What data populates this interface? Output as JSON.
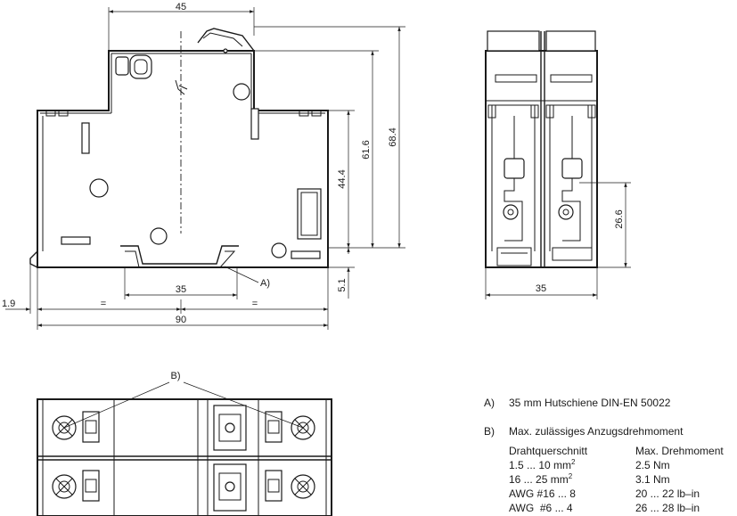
{
  "dimensions": {
    "width_top": "45",
    "height_total": "68.4",
    "height_body": "61.6",
    "height_front": "44.4",
    "rail_offset": "5.1",
    "rail_width": "35",
    "equal_left": "=",
    "equal_right": "=",
    "offset_left": "1.9",
    "width_total": "90",
    "side_width": "35",
    "side_height": "26.6"
  },
  "callouts": {
    "a": "A)",
    "b": "B)"
  },
  "legend": {
    "a_label": "A)",
    "a_text": "35 mm Hutschiene DIN-EN 50022",
    "b_label": "B)",
    "b_text": "Max. zulässiges Anzugsdrehmoment",
    "col1_header": "Drahtquerschnitt",
    "col2_header": "Max. Drehmoment",
    "rows": [
      {
        "section": "1.5 ... 10 mm",
        "sup": "2",
        "torque": "2.5 Nm"
      },
      {
        "section": "16 ... 25 mm",
        "sup": "2",
        "torque": "3.1 Nm"
      },
      {
        "section": "AWG #16 ... 8",
        "sup": "",
        "torque": "20 ... 22 lb–in"
      },
      {
        "section": "AWG  #6 ... 4",
        "sup": "",
        "torque": "26 ... 28 lb–in"
      }
    ]
  }
}
